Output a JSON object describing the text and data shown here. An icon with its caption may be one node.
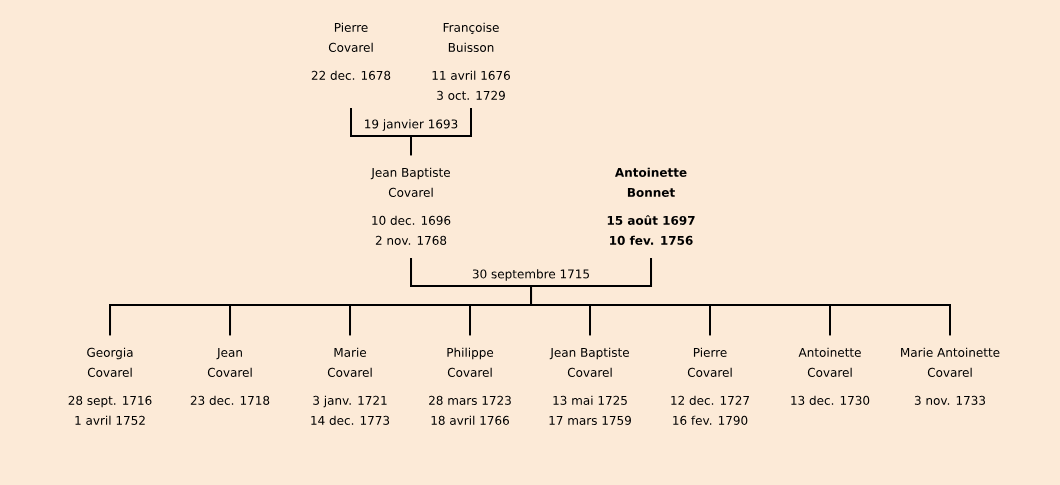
{
  "diagram": {
    "nodes": [
      {
        "text": [
          "Pierre Covarel",
          "22 dec. 1678"
        ]
      },
      {
        "text": [
          "Françoise Buisson",
          "11 avril 1676",
          "3 oct. 1729"
        ]
      },
      {
        "text": [
          "Jean Baptiste Covarel",
          "10 dec. 1696",
          "2 nov. 1768"
        ]
      },
      {
        "text": [
          "Antoinette Bonnet",
          "15 août 1697",
          "10 fev. 1756"
        ]
      },
      {
        "text": [
          "Georgia Covarel",
          "28 sept. 1716",
          "1 avril 1752"
        ]
      },
      {
        "text": [
          "Jean Covarel",
          "23 dec. 1718"
        ]
      },
      {
        "text": [
          "Marie Covarel",
          "3 janv. 1721",
          "14 dec. 1773"
        ]
      },
      {
        "text": [
          "Philippe Covarel",
          "28 mars 1723",
          "18 avril 1766"
        ]
      },
      {
        "text": [
          "Jean Baptiste Covarel",
          "13 mai 1725",
          "17 mars 1759"
        ]
      },
      {
        "text": [
          "Pierre Covarel",
          "12 dec. 1727",
          "16 fev. 1790"
        ]
      },
      {
        "text": [
          "Antoinette Covarel",
          "13 dec. 1730"
        ]
      },
      {
        "text": [
          "Marie Antoinette Covarel",
          "3 nov. 1733"
        ]
      }
    ],
    "edges": [
      {
        "from": 0,
        "to": 2,
        "arrow": "none",
        "label": "19 janvier 1693"
      },
      {
        "from": 1,
        "to": 2,
        "arrow": "none"
      },
      {
        "from": 2,
        "to": 4,
        "arrow": "none",
        "label": "30 septembre 1715"
      },
      {
        "from": 2,
        "to": 5,
        "arrow": "none"
      },
      {
        "from": 2,
        "to": 6,
        "arrow": "none"
      },
      {
        "from": 2,
        "to": 7,
        "arrow": "none"
      },
      {
        "from": 2,
        "to": 8,
        "arrow": "none"
      },
      {
        "from": 2,
        "to": 9,
        "arrow": "none"
      },
      {
        "from": 2,
        "to": 10,
        "arrow": "none"
      },
      {
        "from": 2,
        "to": 11,
        "arrow": "none"
      },
      {
        "from": 3,
        "to": 4,
        "arrow": "none"
      },
      {
        "from": 3,
        "to": 5,
        "arrow": "none"
      },
      {
        "from": 3,
        "to": 6,
        "arrow": "none"
      },
      {
        "from": 3,
        "to": 7,
        "arrow": "none"
      },
      {
        "from": 3,
        "to": 8,
        "arrow": "none"
      },
      {
        "from": 3,
        "to": 9,
        "arrow": "none"
      },
      {
        "from": 3,
        "to": 10,
        "arrow": "none"
      },
      {
        "from": 3,
        "to": 11,
        "arrow": "none"
      }
    ]
  }
}
